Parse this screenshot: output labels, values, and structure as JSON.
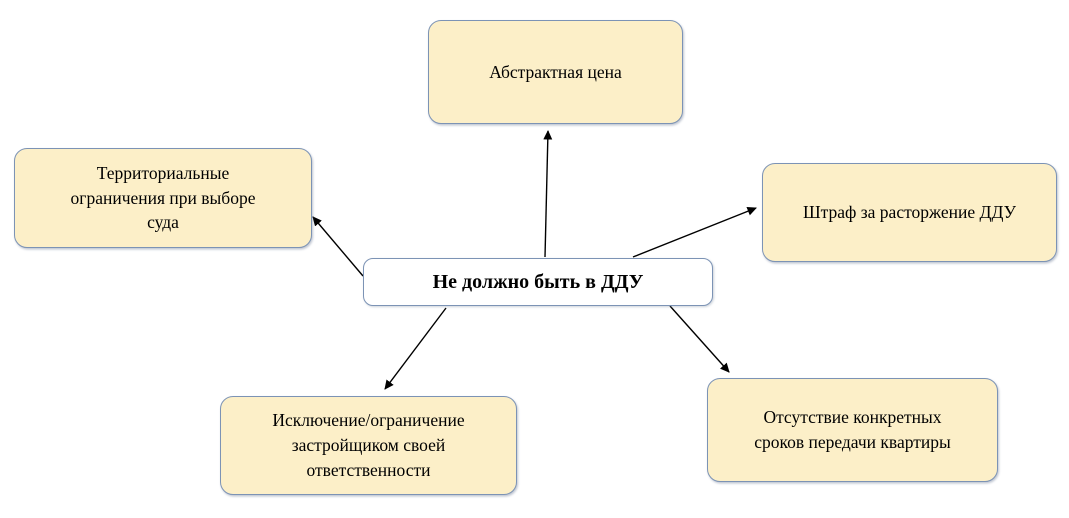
{
  "diagram": {
    "center": {
      "label": "Не должно быть в ДДУ"
    },
    "nodes": {
      "top": {
        "label": "Абстрактная цена"
      },
      "left": {
        "label": "Территориальные\nограничения при выборе\nсуда"
      },
      "right": {
        "label": "Штраф за расторжение ДДУ"
      },
      "bottom_left": {
        "label": "Исключение/ограничение\nзастройщиком своей\nответственности"
      },
      "bottom_right": {
        "label": "Отсутствие конкретных\nсроков передачи квартиры"
      }
    },
    "colors": {
      "node_fill": "#FCEFC8",
      "node_border": "#7C93B5",
      "center_fill": "#FFFFFF",
      "arrow": "#000000",
      "background": "#FFFFFF"
    }
  }
}
